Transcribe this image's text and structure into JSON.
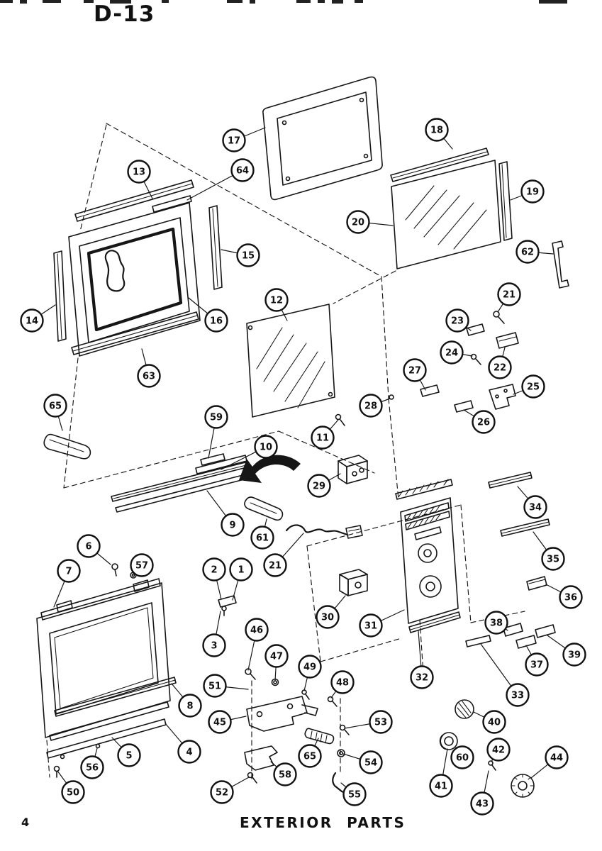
{
  "page": {
    "title": "D-13",
    "page_number": "4",
    "footer_title": "EXTERIOR PARTS"
  },
  "colors": {
    "ink": "#161616",
    "paper": "#ffffff"
  },
  "diagram": {
    "kind": "exploded-parts-diagram",
    "callout_radius": 15.5,
    "callouts": [
      [
        "17",
        330,
        198,
        374,
        180
      ],
      [
        "18",
        616,
        183,
        638,
        210
      ],
      [
        "19",
        751,
        270,
        720,
        282
      ],
      [
        "20",
        505,
        313,
        554,
        318
      ],
      [
        "13",
        196,
        242,
        215,
        280
      ],
      [
        "64",
        342,
        240,
        264,
        282
      ],
      [
        "15",
        350,
        360,
        312,
        352
      ],
      [
        "16",
        305,
        452,
        266,
        420
      ],
      [
        "14",
        45,
        452,
        78,
        430
      ],
      [
        "63",
        210,
        530,
        200,
        492
      ],
      [
        "12",
        390,
        423,
        405,
        452
      ],
      [
        "62",
        744,
        355,
        780,
        358
      ],
      [
        "21",
        718,
        415,
        702,
        440
      ],
      [
        "23",
        645,
        452,
        664,
        466
      ],
      [
        "24",
        637,
        497,
        666,
        502
      ],
      [
        "22",
        705,
        518,
        712,
        490
      ],
      [
        "25",
        752,
        545,
        724,
        556
      ],
      [
        "27",
        585,
        522,
        600,
        550
      ],
      [
        "26",
        682,
        595,
        654,
        578
      ],
      [
        "28",
        523,
        572,
        550,
        562
      ],
      [
        "65",
        78,
        572,
        88,
        607
      ],
      [
        "59",
        305,
        588,
        294,
        646
      ],
      [
        "10",
        375,
        630,
        312,
        662
      ],
      [
        "11",
        455,
        617,
        477,
        592
      ],
      [
        "9",
        328,
        740,
        292,
        692
      ],
      [
        "61",
        370,
        758,
        376,
        732
      ],
      [
        "29",
        450,
        685,
        480,
        668
      ],
      [
        "21",
        388,
        797,
        428,
        752
      ],
      [
        "34",
        755,
        715,
        730,
        686
      ],
      [
        "35",
        780,
        788,
        752,
        750
      ],
      [
        "36",
        805,
        842,
        770,
        824
      ],
      [
        "6",
        125,
        770,
        156,
        796
      ],
      [
        "57",
        200,
        797,
        188,
        809
      ],
      [
        "7",
        97,
        805,
        76,
        856
      ],
      [
        "2",
        302,
        803,
        312,
        845
      ],
      [
        "1",
        340,
        803,
        328,
        846
      ],
      [
        "3",
        302,
        910,
        311,
        862
      ],
      [
        "30",
        462,
        870,
        487,
        840
      ],
      [
        "31",
        523,
        882,
        570,
        860
      ],
      [
        "38",
        700,
        878,
        716,
        889
      ],
      [
        "37",
        757,
        937,
        742,
        910
      ],
      [
        "39",
        810,
        923,
        772,
        896
      ],
      [
        "33",
        730,
        980,
        678,
        908
      ],
      [
        "32",
        595,
        955,
        590,
        890
      ],
      [
        "46",
        362,
        888,
        350,
        945
      ],
      [
        "47",
        390,
        925,
        388,
        960
      ],
      [
        "49",
        437,
        940,
        429,
        974
      ],
      [
        "48",
        483,
        962,
        467,
        984
      ],
      [
        "51",
        303,
        967,
        350,
        972
      ],
      [
        "45",
        310,
        1018,
        347,
        1010
      ],
      [
        "8",
        268,
        995,
        242,
        964
      ],
      [
        "5",
        182,
        1065,
        158,
        1040
      ],
      [
        "4",
        267,
        1060,
        233,
        1020
      ],
      [
        "56",
        130,
        1082,
        137,
        1055
      ],
      [
        "50",
        103,
        1117,
        81,
        1087
      ],
      [
        "52",
        313,
        1117,
        351,
        1096
      ],
      [
        "58",
        402,
        1092,
        382,
        1074
      ],
      [
        "65",
        437,
        1066,
        449,
        1041
      ],
      [
        "53",
        537,
        1018,
        486,
        1027
      ],
      [
        "54",
        523,
        1075,
        484,
        1063
      ],
      [
        "55",
        500,
        1120,
        481,
        1104
      ],
      [
        "40",
        697,
        1018,
        668,
        1004
      ],
      [
        "60",
        652,
        1068,
        643,
        1054
      ],
      [
        "41",
        622,
        1108,
        631,
        1056
      ],
      [
        "42",
        703,
        1057,
        693,
        1074
      ],
      [
        "43",
        680,
        1133,
        689,
        1087
      ],
      [
        "44",
        785,
        1068,
        749,
        1097
      ]
    ]
  }
}
